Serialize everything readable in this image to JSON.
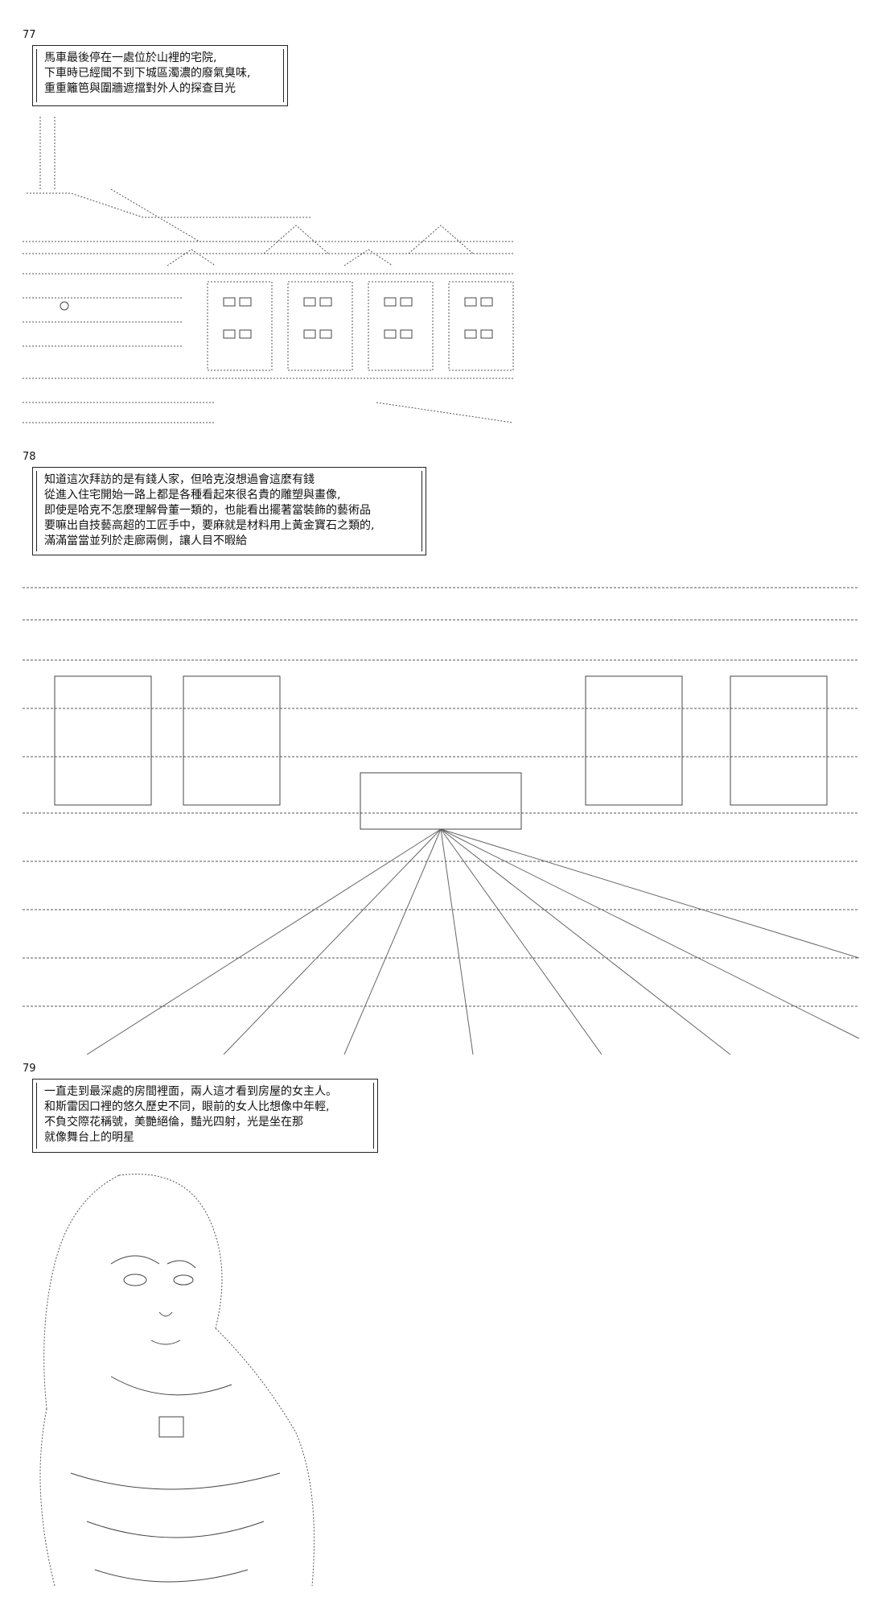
{
  "panels": [
    {
      "number": "77",
      "lines": [
        "馬車最後停在一處位於山裡的宅院,",
        "下車時已經聞不到下城區濁濃的廢氣臭味,",
        "重重籬笆與圍牆遮擋對外人的探查目光"
      ]
    },
    {
      "number": "78",
      "lines": [
        "知道這次拜訪的是有錢人家，但哈克沒想過會這麼有錢",
        "從進入住宅開始一路上都是各種看起來很名貴的雕塑與畫像,",
        "即使是哈克不怎麼理解骨董一類的，也能看出擺著當裝飾的藝術品",
        "要嘛出自技藝高超的工匠手中，要麻就是材料用上黃金寶石之類的,",
        "滿滿當當並列於走廊兩側，讓人目不暇給"
      ]
    },
    {
      "number": "79",
      "lines": [
        "一直走到最深處的房間裡面，兩人這才看到房屋的女主人。",
        "和斯雷因口裡的悠久歷史不同，眼前的女人比想像中年輕,",
        "不負交際花稱號，美艷絕倫，豔光四射，光是坐在那",
        "就像舞台上的明星"
      ]
    }
  ]
}
